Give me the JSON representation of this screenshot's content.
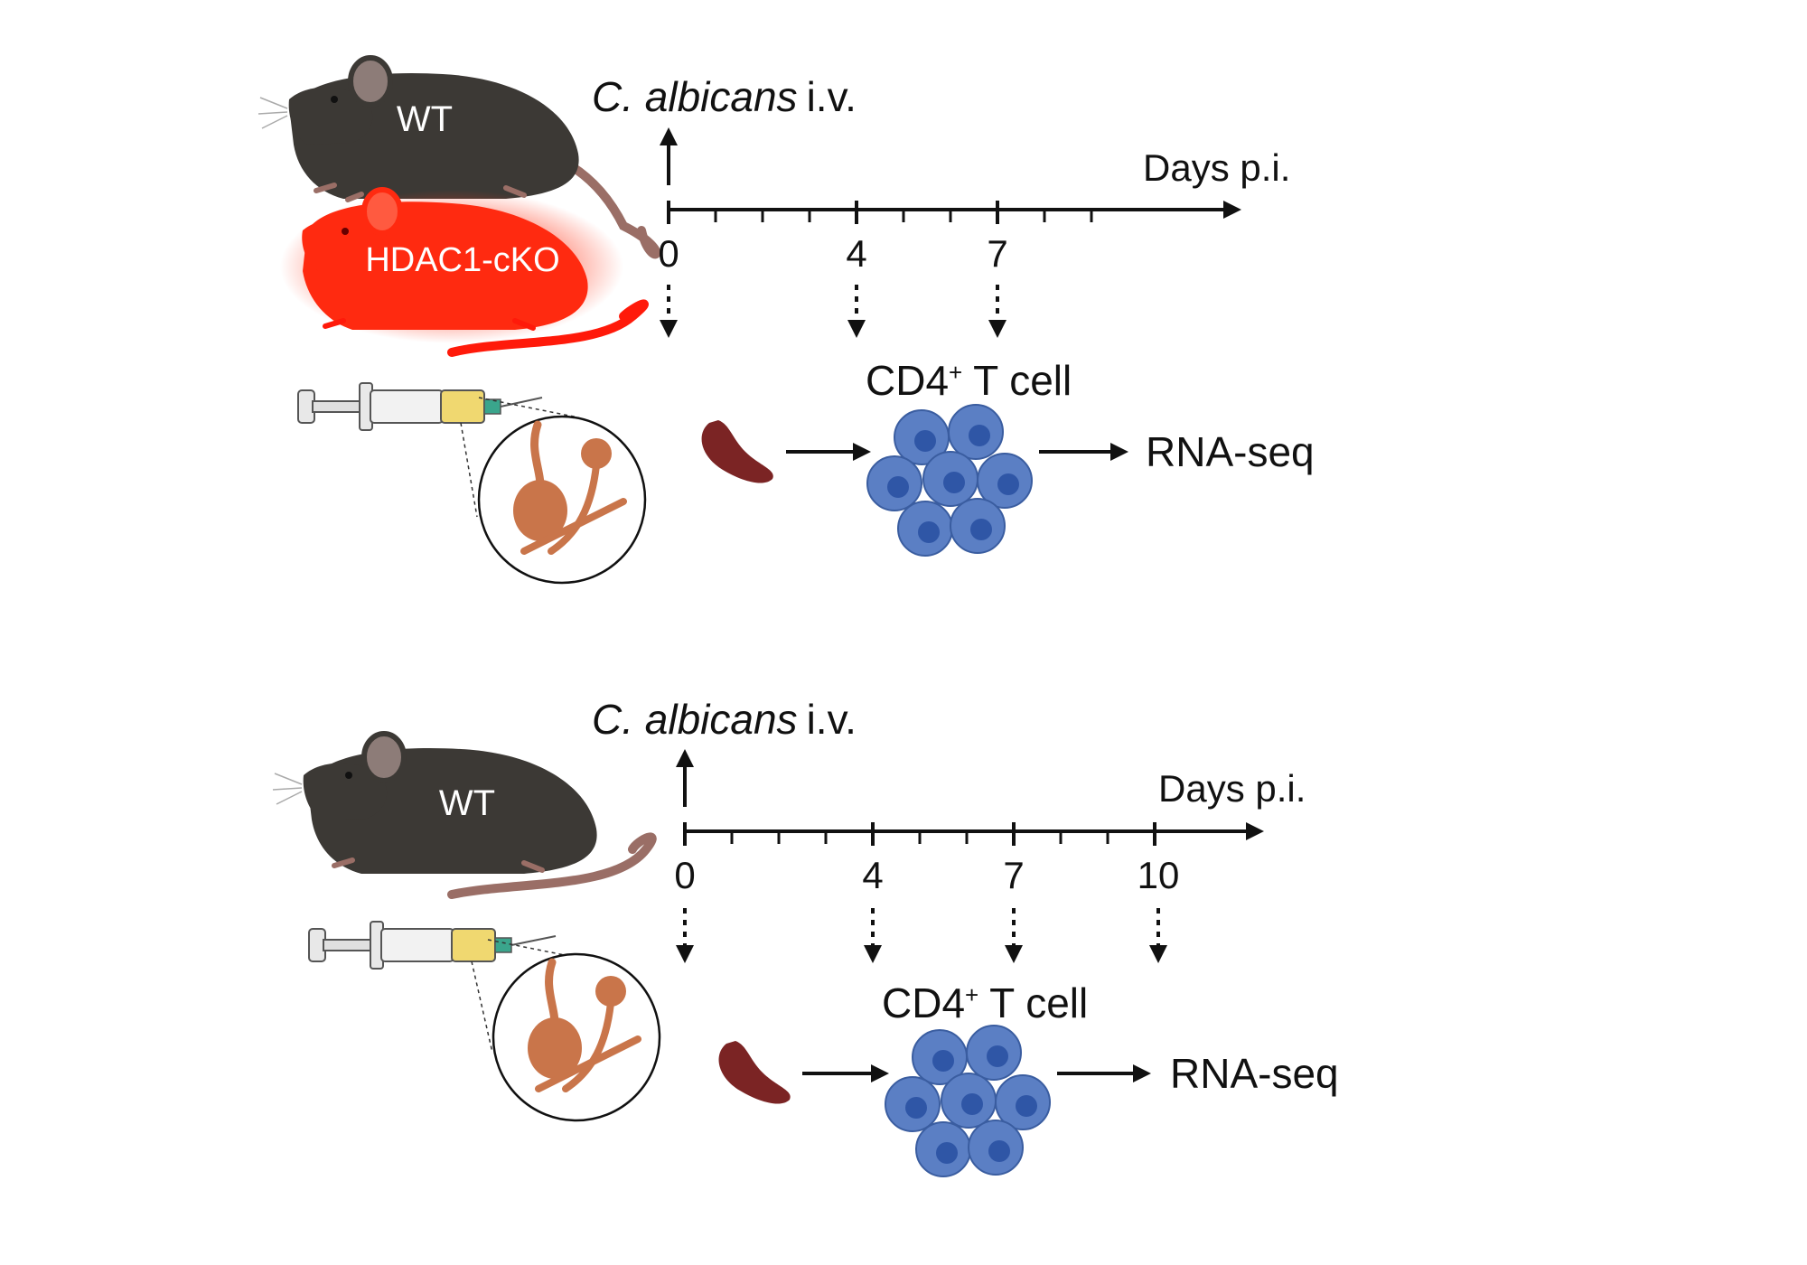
{
  "panels": [
    {
      "infection_label": "C. albicans",
      "infection_suffix": "i.v.",
      "axis_label": "Days p.i.",
      "mice": [
        {
          "label": "WT",
          "color": "#3c3935"
        },
        {
          "label": "HDAC1-cKO",
          "color": "#ff2a10"
        }
      ],
      "timepoints": [
        "0",
        "4",
        "7"
      ],
      "cell_label_main": "CD4",
      "cell_label_sup": "+",
      "cell_label_rest": " T cell",
      "readout": "RNA-seq"
    },
    {
      "infection_label": "C. albicans",
      "infection_suffix": "i.v.",
      "axis_label": "Days p.i.",
      "mice": [
        {
          "label": "WT",
          "color": "#3c3935"
        }
      ],
      "timepoints": [
        "0",
        "4",
        "7",
        "10"
      ],
      "cell_label_main": "CD4",
      "cell_label_sup": "+",
      "cell_label_rest": " T cell",
      "readout": "RNA-seq"
    }
  ],
  "colors": {
    "cell_fill": "#5b7fc4",
    "cell_nucleus": "#2f56a6",
    "spleen": "#7b2424",
    "fungus": "#c9754a",
    "syringe_liquid": "#f0d870"
  }
}
